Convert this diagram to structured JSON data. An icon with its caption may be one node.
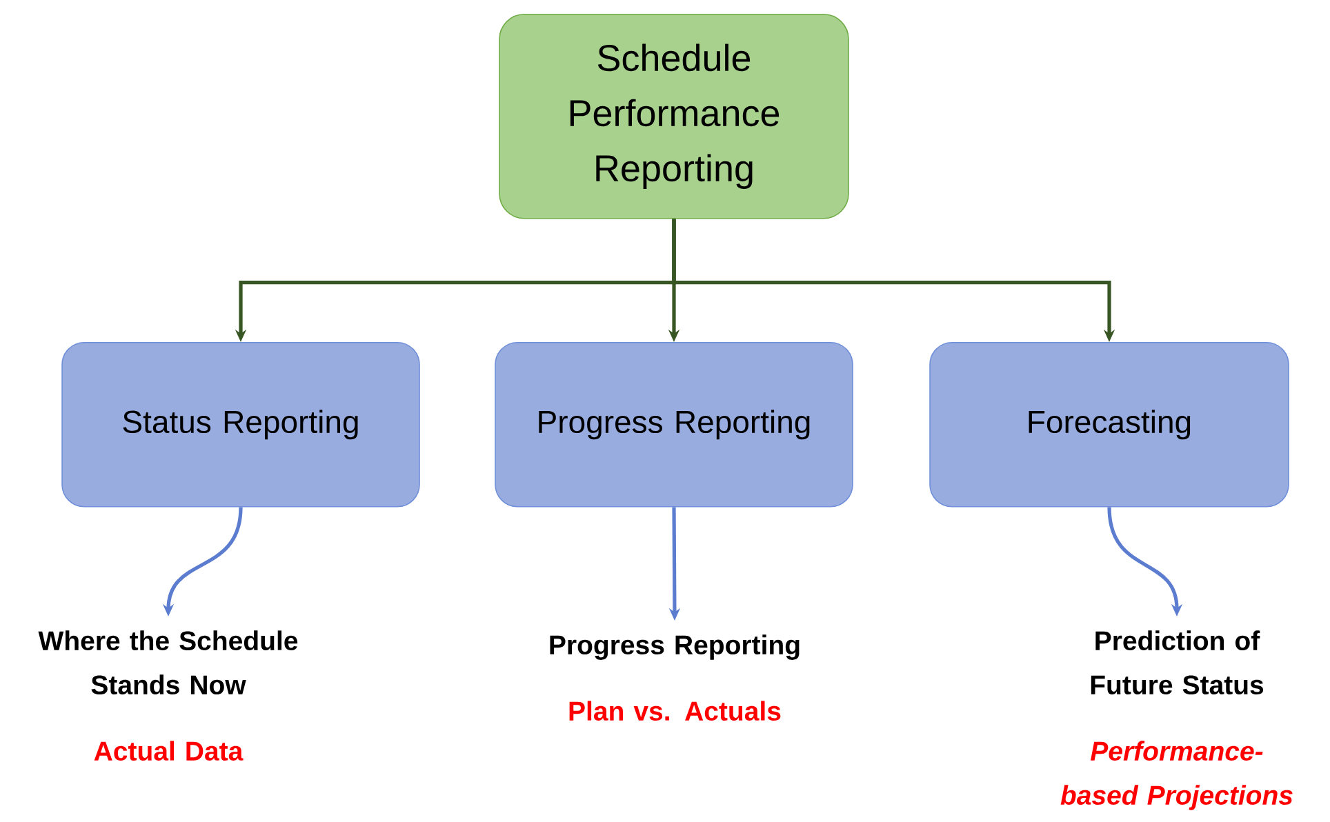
{
  "diagram": {
    "nodes": [
      {
        "text": [
          "Schedule Performance Reporting"
        ]
      },
      {
        "text": [
          "Status Reporting"
        ]
      },
      {
        "text": [
          "Progress Reporting"
        ]
      },
      {
        "text": [
          "Forecasting"
        ]
      },
      {
        "text": [
          "Where the Schedule Stands Now",
          "Actual Data"
        ]
      },
      {
        "text": [
          "Progress Reporting",
          "Plan vs. Actuals"
        ]
      },
      {
        "text": [
          "Prediction of Future Status",
          "Performance-based Projections"
        ]
      }
    ],
    "edges": [
      {
        "from": 0,
        "to": 1,
        "arrow": "to",
        "color": "#375623"
      },
      {
        "from": 0,
        "to": 2,
        "arrow": "to",
        "color": "#375623"
      },
      {
        "from": 0,
        "to": 3,
        "arrow": "to",
        "color": "#375623"
      },
      {
        "from": 1,
        "to": 4,
        "arrow": "to",
        "color": "#5b7ccf"
      },
      {
        "from": 2,
        "to": 5,
        "arrow": "to",
        "color": "#5b7ccf"
      },
      {
        "from": 3,
        "to": 6,
        "arrow": "to",
        "color": "#5b7ccf"
      }
    ]
  }
}
